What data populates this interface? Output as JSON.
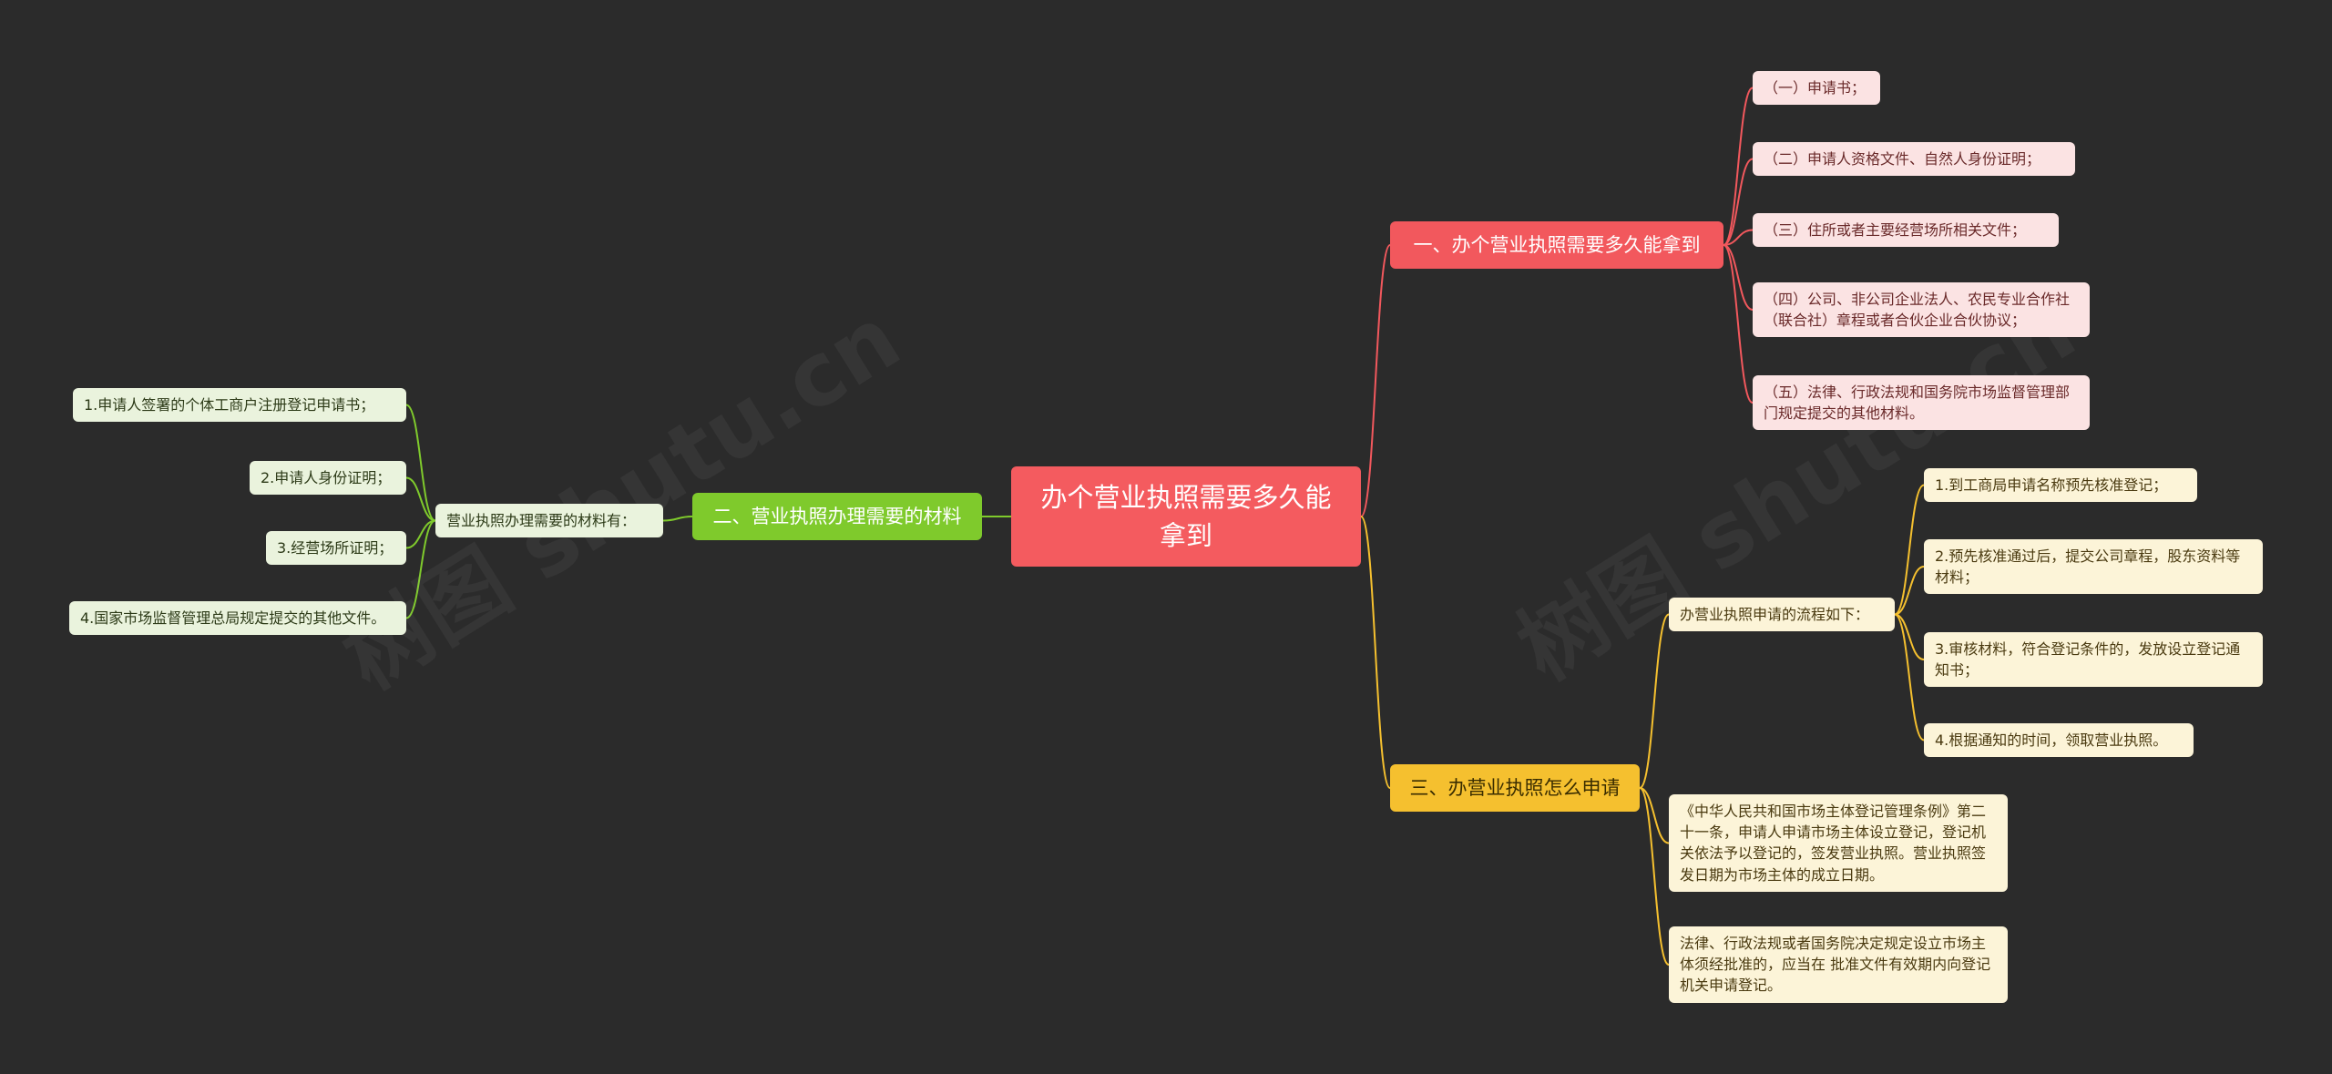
{
  "root": {
    "label": "办个营业执照需要多久能拿到"
  },
  "watermark": {
    "text": "树图 shutu.cn"
  },
  "branches": {
    "b1": {
      "label": "一、办个营业执照需要多久能拿到",
      "color": "#f2585d",
      "items": [
        "（一）申请书；",
        "（二）申请人资格文件、自然人身份证明；",
        "（三）住所或者主要经营场所相关文件；",
        "（四）公司、非公司企业法人、农民专业合作社（联合社）章程或者合伙企业合伙协议；",
        "（五）法律、行政法规和国务院市场监督管理部门规定提交的其他材料。"
      ]
    },
    "b2": {
      "label": "二、营业执照办理需要的材料",
      "color": "#7fca2c",
      "sub": "营业执照办理需要的材料有：",
      "items": [
        "1.申请人签署的个体工商户注册登记申请书；",
        "2.申请人身份证明；",
        "3.经营场所证明；",
        "4.国家市场监督管理总局规定提交的其他文件。"
      ]
    },
    "b3": {
      "label": "三、办营业执照怎么申请",
      "color": "#f5c02f",
      "sub": "办营业执照申请的流程如下：",
      "steps": [
        "1.到工商局申请名称预先核准登记；",
        "2.预先核准通过后，提交公司章程，股东资料等材料；",
        "3.审核材料，符合登记条件的，发放设立登记通知书；",
        "4.根据通知的时间，领取营业执照。"
      ],
      "notes": [
        "《中华人民共和国市场主体登记管理条例》第二十一条，申请人申请市场主体设立登记，登记机关依法予以登记的，签发营业执照。营业执照签发日期为市场主体的成立日期。",
        "法律、行政法规或者国务院决定规定设立市场主体须经批准的，应当在 批准文件有效期内向登记机关申请登记。"
      ]
    }
  }
}
